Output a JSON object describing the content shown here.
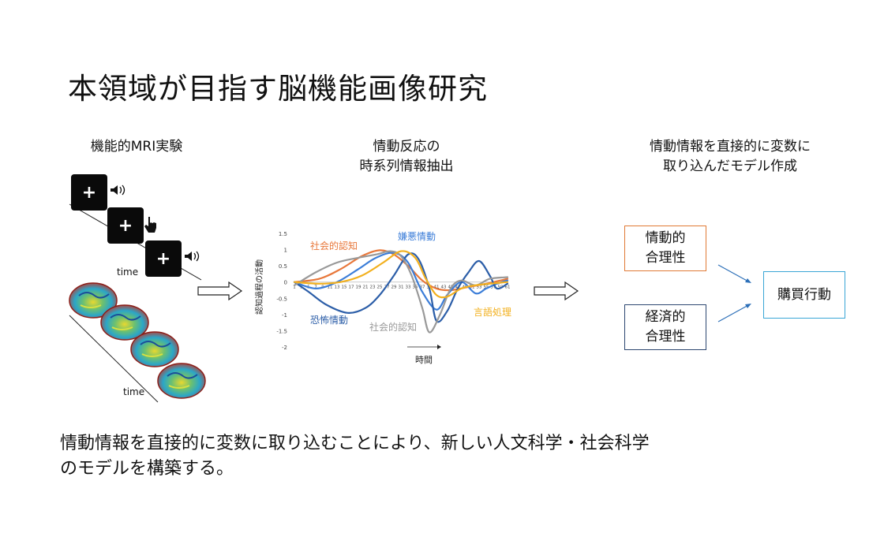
{
  "title": "本領域が目指す脳機能画像研究",
  "columns": {
    "fmri": {
      "title": "機能的MRI実験",
      "time_label_1": "time",
      "time_label_2": "time",
      "fixation": "+"
    },
    "timeseries": {
      "title_line1": "情動反応の",
      "title_line2": "時系列情報抽出"
    },
    "model": {
      "title_line1": "情動情報を直接的に変数に",
      "title_line2": "取り込んだモデル作成"
    }
  },
  "model_boxes": {
    "emotion": {
      "line1": "情動的",
      "line2": "合理性",
      "color": "#e07a35"
    },
    "economic": {
      "line1": "経済的",
      "line2": "合理性",
      "color": "#2c4770"
    },
    "purchase": {
      "label": "購買行動",
      "color": "#3aa6d6"
    }
  },
  "bottom_text": {
    "line1": "情動情報を直接的に変数に取り込むことにより、新しい人文科学・社会科学",
    "line2": "のモデルを構築する。"
  },
  "chart_data": {
    "type": "line",
    "ylabel": "認知過程の活動",
    "xlabel": "時間",
    "ylim": [
      -2,
      1.5
    ],
    "yticks": [
      "1.5",
      "1",
      "0.5",
      "0",
      "-0.5",
      "-1",
      "-1.5",
      "-2"
    ],
    "xticks": [
      "1",
      "3",
      "5",
      "7",
      "9",
      "11",
      "13",
      "15",
      "17",
      "19",
      "21",
      "23",
      "25",
      "27",
      "29",
      "31",
      "33",
      "35",
      "37",
      "39",
      "41",
      "43",
      "45",
      "47",
      "49",
      "51",
      "53",
      "55",
      "57",
      "59",
      "61"
    ],
    "series": [
      {
        "name": "社会的認知",
        "color": "#e8773a",
        "values": [
          {
            "x": 1,
            "y": 0
          },
          {
            "x": 8,
            "y": 0.1
          },
          {
            "x": 14,
            "y": 0.4
          },
          {
            "x": 20,
            "y": 0.8
          },
          {
            "x": 25,
            "y": 0.98
          },
          {
            "x": 29,
            "y": 0.85
          },
          {
            "x": 33,
            "y": 0.5
          },
          {
            "x": 37,
            "y": 0.05
          },
          {
            "x": 41,
            "y": -0.2
          },
          {
            "x": 45,
            "y": -0.25
          },
          {
            "x": 50,
            "y": -0.15
          },
          {
            "x": 55,
            "y": -0.05
          },
          {
            "x": 61,
            "y": 0.1
          }
        ]
      },
      {
        "name": "嫌悪情動",
        "color": "#3b7dd8",
        "values": [
          {
            "x": 1,
            "y": 0
          },
          {
            "x": 7,
            "y": -0.2
          },
          {
            "x": 13,
            "y": 0
          },
          {
            "x": 19,
            "y": 0.4
          },
          {
            "x": 24,
            "y": 0.75
          },
          {
            "x": 29,
            "y": 0.9
          },
          {
            "x": 33,
            "y": 0.6
          },
          {
            "x": 37,
            "y": -0.3
          },
          {
            "x": 41,
            "y": -0.85
          },
          {
            "x": 44,
            "y": -0.4
          },
          {
            "x": 48,
            "y": 0
          },
          {
            "x": 52,
            "y": -0.35
          },
          {
            "x": 55,
            "y": -0.2
          },
          {
            "x": 58,
            "y": -0.05
          },
          {
            "x": 61,
            "y": 0.05
          }
        ]
      },
      {
        "name": "恐怖情動",
        "color": "#2c5ea8",
        "values": [
          {
            "x": 1,
            "y": 0
          },
          {
            "x": 5,
            "y": -0.3
          },
          {
            "x": 10,
            "y": -0.7
          },
          {
            "x": 16,
            "y": -0.95
          },
          {
            "x": 21,
            "y": -0.8
          },
          {
            "x": 25,
            "y": -0.4
          },
          {
            "x": 29,
            "y": 0.2
          },
          {
            "x": 33,
            "y": 0.85
          },
          {
            "x": 36,
            "y": 0.7
          },
          {
            "x": 39,
            "y": -0.2
          },
          {
            "x": 41,
            "y": -1.2
          },
          {
            "x": 44,
            "y": -0.9
          },
          {
            "x": 47,
            "y": -0.2
          },
          {
            "x": 50,
            "y": 0.3
          },
          {
            "x": 53,
            "y": 0.65
          },
          {
            "x": 56,
            "y": 0.2
          },
          {
            "x": 58,
            "y": -0.2
          },
          {
            "x": 61,
            "y": -0.05
          }
        ]
      },
      {
        "name": "社会的認知",
        "color": "#999999",
        "values": [
          {
            "x": 1,
            "y": -0.1
          },
          {
            "x": 7,
            "y": 0.3
          },
          {
            "x": 13,
            "y": 0.6
          },
          {
            "x": 19,
            "y": 0.75
          },
          {
            "x": 24,
            "y": 0.85
          },
          {
            "x": 28,
            "y": 0.95
          },
          {
            "x": 31,
            "y": 0.8
          },
          {
            "x": 34,
            "y": 0.2
          },
          {
            "x": 37,
            "y": -0.8
          },
          {
            "x": 39,
            "y": -1.55
          },
          {
            "x": 42,
            "y": -1.0
          },
          {
            "x": 45,
            "y": -0.2
          },
          {
            "x": 48,
            "y": 0.05
          },
          {
            "x": 52,
            "y": -0.1
          },
          {
            "x": 56,
            "y": 0.1
          },
          {
            "x": 61,
            "y": 0.15
          }
        ]
      },
      {
        "name": "言語処理",
        "color": "#f2b01e",
        "values": [
          {
            "x": 1,
            "y": 0
          },
          {
            "x": 8,
            "y": -0.05
          },
          {
            "x": 14,
            "y": 0
          },
          {
            "x": 20,
            "y": 0.2
          },
          {
            "x": 26,
            "y": 0.6
          },
          {
            "x": 31,
            "y": 0.95
          },
          {
            "x": 35,
            "y": 0.75
          },
          {
            "x": 38,
            "y": 0.1
          },
          {
            "x": 41,
            "y": -0.4
          },
          {
            "x": 44,
            "y": -0.45
          },
          {
            "x": 48,
            "y": -0.2
          },
          {
            "x": 52,
            "y": -0.1
          },
          {
            "x": 56,
            "y": -0.05
          },
          {
            "x": 61,
            "y": 0
          }
        ]
      }
    ]
  }
}
